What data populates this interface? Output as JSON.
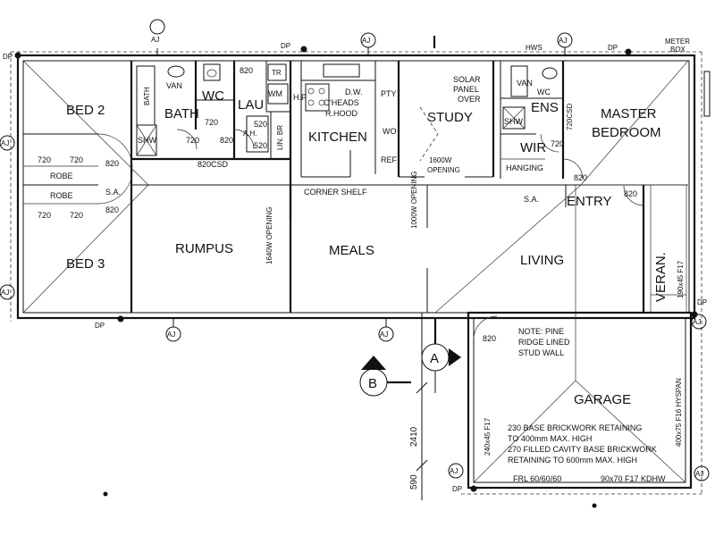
{
  "rooms": {
    "bed2": "BED 2",
    "bed3": "BED 3",
    "bath": "BATH",
    "bath_small": "BATH",
    "wc_left": "WC",
    "lau": "LAU",
    "kitchen": "KITCHEN",
    "study": "STUDY",
    "ens": "ENS",
    "wir": "WIR",
    "master": "MASTER",
    "bedroom": "BEDROOM",
    "rumpus": "RUMPUS",
    "meals": "MEALS",
    "living": "LIVING",
    "entry": "ENTRY",
    "garage": "GARAGE",
    "veran": "VERAN."
  },
  "labels": {
    "robe_top": "ROBE",
    "robe_bottom": "ROBE",
    "van_left": "VAN",
    "van_right": "VAN",
    "wc_right": "WC",
    "shw_left": "SHW",
    "shw_right": "SHW",
    "tr": "TR",
    "wm": "WM",
    "hp": "H.P",
    "dw": "D.W.",
    "oheads": "O'HEADS",
    "rhood": "R.HOOD",
    "pty": "PTY",
    "wo": "WO",
    "ref": "REF",
    "solar1": "SOLAR",
    "solar2": "PANEL",
    "solar3": "OVER",
    "hws": "HWS",
    "meter1": "METER",
    "meter2": "BOX",
    "hanging": "HANGING",
    "corner_shelf": "CORNER SHELF",
    "lin_br": "LIN. BR",
    "ah": "A.H.",
    "sa_left": "S.A.",
    "sa_entry": "S.A.",
    "csd": "820CSD",
    "csd_right": "720CSD",
    "rumpus_open": "1640W OPENING",
    "meals_open": "1000W OPENING",
    "study_open1": "1600W",
    "study_open2": "OPENING",
    "note1": "NOTE: PINE",
    "note2": "RIDGE LINED",
    "note3": "STUD WALL",
    "brick1": "230 BASE BRICKWORK RETAINING",
    "brick2": "TO 400mm MAX. HIGH",
    "brick3": "270 FILLED CAVITY BASE BRICKWORK",
    "brick4": "RETAINING TO 600mm MAX. HIGH",
    "frl": "FRL 60/60/60",
    "lintel": "90x70 F17 KDHW",
    "beam_right": "400x75 F16 HYSPAN",
    "beam_left": "240x45 F17",
    "veran_beam": "190x45 F17",
    "dim_2410": "2410",
    "dim_590": "590",
    "sec_a": "A",
    "sec_b": "B",
    "dp": "DP",
    "aj": "AJ",
    "mark_i": "I"
  },
  "dims": {
    "d720": "720",
    "d820": "820",
    "d520": "520"
  }
}
